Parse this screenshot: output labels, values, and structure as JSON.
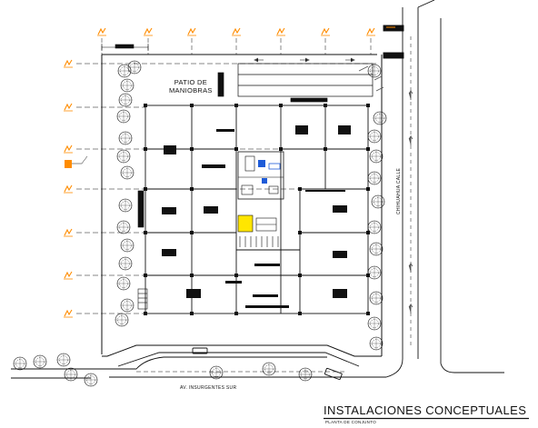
{
  "drawing": {
    "title": "INSTALACIONES CONCEPTUALES",
    "subtitle": "PLANTA DE CONJUNTO",
    "area_label_line1": "PATIO DE",
    "area_label_line2": "MANIOBRAS",
    "street_south": "AV. INSURGENTES SUR",
    "street_east": "CHIHUAHUA CALLE",
    "grid_axis_mark": "1"
  },
  "colors": {
    "linework": "#111111",
    "axis_orange": "#ff8c00",
    "highlight_yellow": "#ffe600",
    "service_blue": "#1e5bd8",
    "background": "#ffffff"
  },
  "symbols": {
    "tree": "tree-symbol",
    "north_arrow": "axis-marker-icon",
    "dimension": "dimension-line"
  }
}
